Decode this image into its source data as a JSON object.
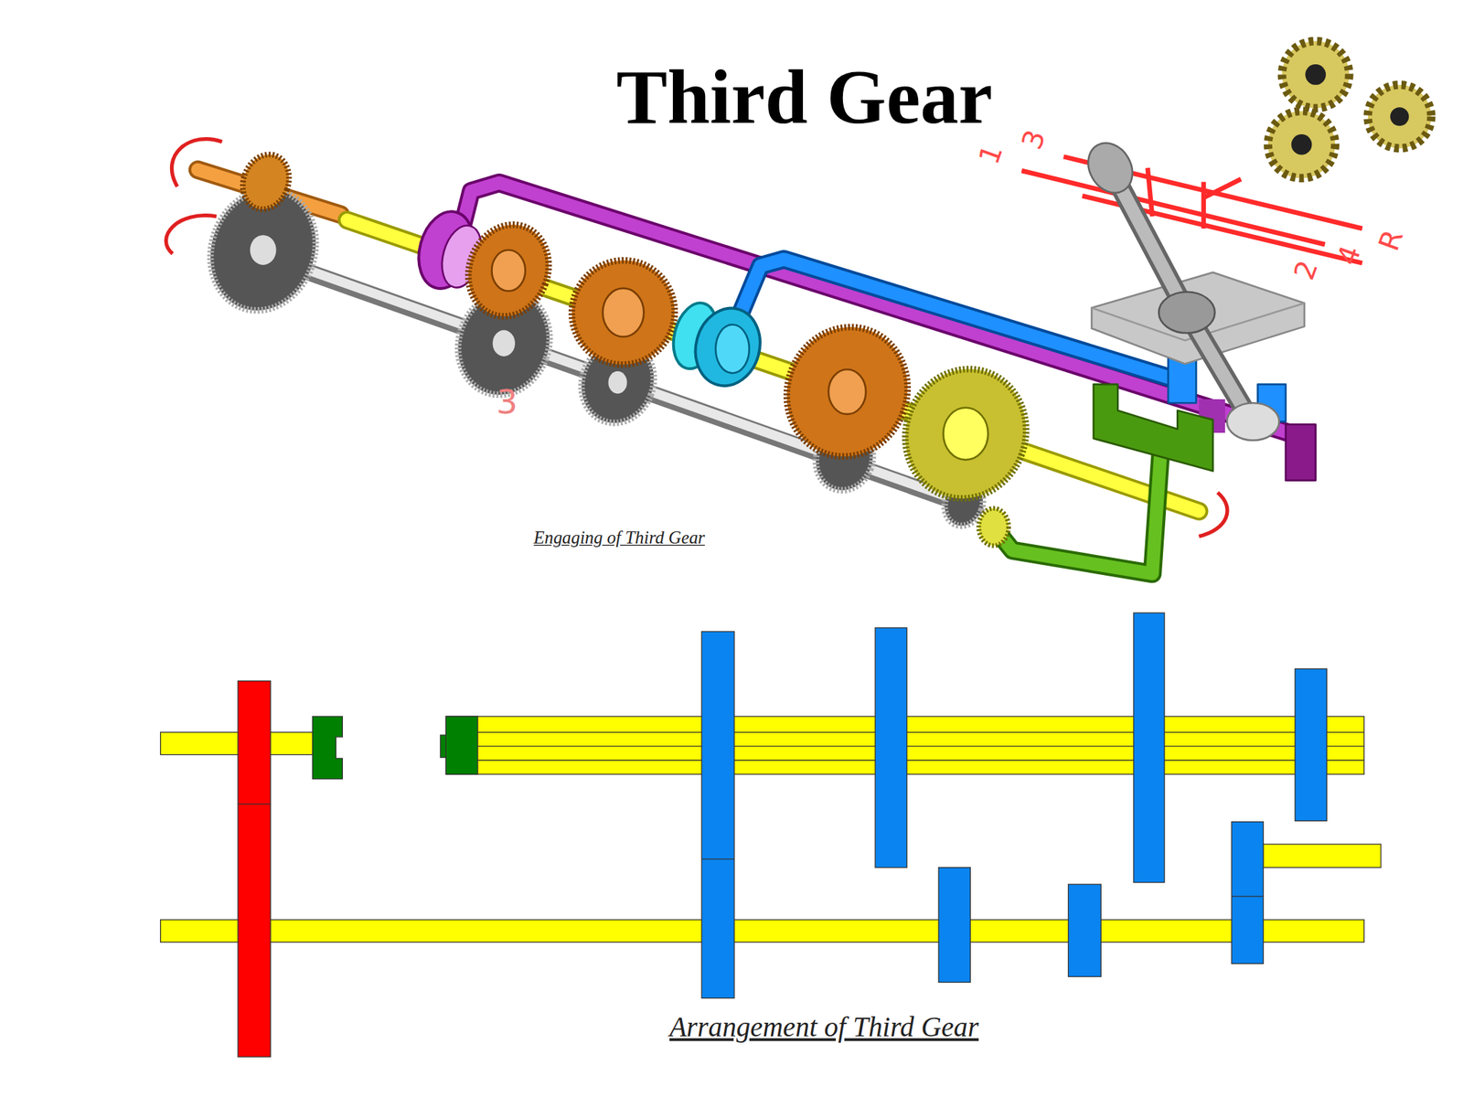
{
  "diagram": {
    "title": "Third Gear",
    "caption": "Arrangement of Third Gear",
    "labels": [
      "1",
      "3",
      "2",
      "4",
      "R",
      "3",
      "Engaging of Third Gear"
    ]
  }
}
